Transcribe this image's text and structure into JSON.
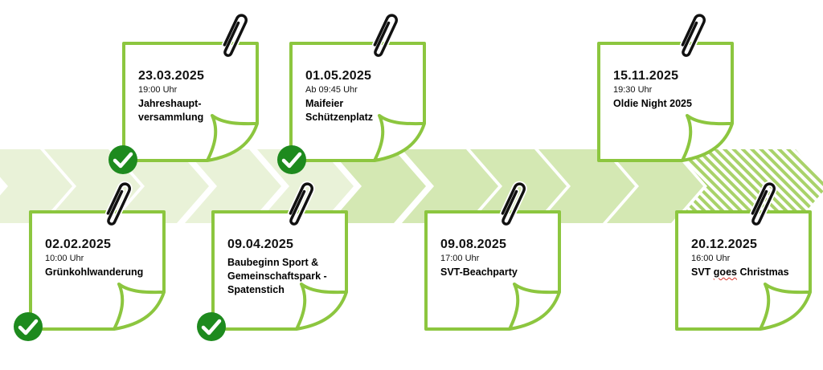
{
  "colors": {
    "note_stroke": "#8cc63f",
    "chevron_light": "#e9f2d8",
    "chevron_mid": "#d4e8b3",
    "check_fill": "#1e8a1e",
    "check_mark": "#ffffff",
    "clip": "#111111"
  },
  "events": [
    {
      "date": "02.02.2025",
      "time": "10:00 Uhr",
      "title_lines": [
        "Grünkohlwanderung"
      ],
      "done": true
    },
    {
      "date": "23.03.2025",
      "time": "19:00 Uhr",
      "title_lines": [
        "Jahreshaupt-",
        "versammlung"
      ],
      "done": true
    },
    {
      "date": "09.04.2025",
      "time": "",
      "title_lines": [
        "Baubeginn Sport &",
        "Gemeinschaftspark -",
        "Spatenstich"
      ],
      "done": true
    },
    {
      "date": "01.05.2025",
      "time": "Ab 09:45 Uhr",
      "title_lines": [
        "Maifeier",
        "Schützenplatz"
      ],
      "done": true
    },
    {
      "date": "09.08.2025",
      "time": "17:00 Uhr",
      "title_lines": [
        "SVT-Beachparty"
      ],
      "done": false
    },
    {
      "date": "15.11.2025",
      "time": "19:30 Uhr",
      "title_lines": [
        "Oldie Night 2025"
      ],
      "done": false
    },
    {
      "date": "20.12.2025",
      "time": "16:00 Uhr",
      "title_prefix": "SVT ",
      "title_marked": "goes",
      "title_suffix": " Christmas",
      "done": false
    }
  ]
}
